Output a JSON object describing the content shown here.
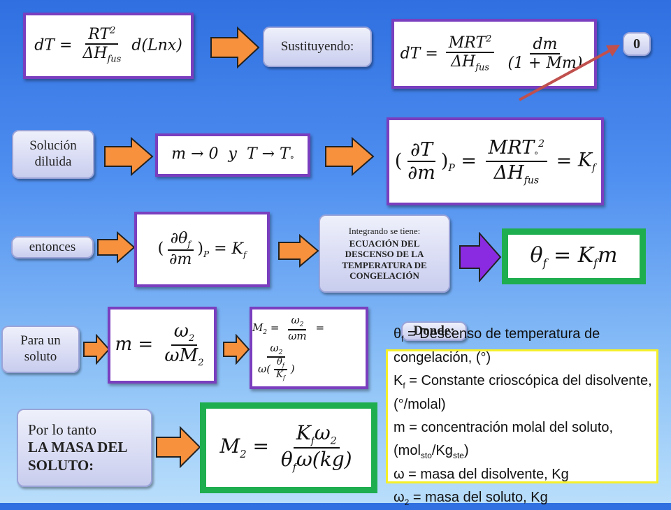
{
  "labels": {
    "sustituyendo": "Sustituyendo:",
    "zero": "0",
    "solucion": "Solución diluida",
    "entonces": "entonces",
    "integrando_line1": "Integrando se tiene:",
    "integrando_line2": "ECUACIÓN DEL DESCENSO DE LA TEMPERATURA DE CONGELACIÓN",
    "para_un": "Para un soluto",
    "donde": "Donde:",
    "por_lo_tanto": "Por lo tanto",
    "masa_soluto": "LA MASA DEL SOLUTO:"
  },
  "definitions": [
    {
      "sym": "θ",
      "sub": "f",
      "text": " = Descenso de temperatura de congelación, (°)"
    },
    {
      "sym": "K",
      "sub": "f",
      "text": " = Constante crioscópica del disolvente, (°/molal)"
    },
    {
      "sym": "m",
      "sub": "",
      "text": " =  concentración molal del soluto, (mol",
      "tail_sub1": "sto",
      "mid": "/Kg",
      "tail_sub2": "ste",
      "end": ")"
    },
    {
      "sym": "ω",
      "sub": "",
      "text": " =  masa del disolvente, Kg"
    },
    {
      "sym": "ω",
      "sub": "2",
      "text": " =  masa del soluto, Kg"
    }
  ]
}
